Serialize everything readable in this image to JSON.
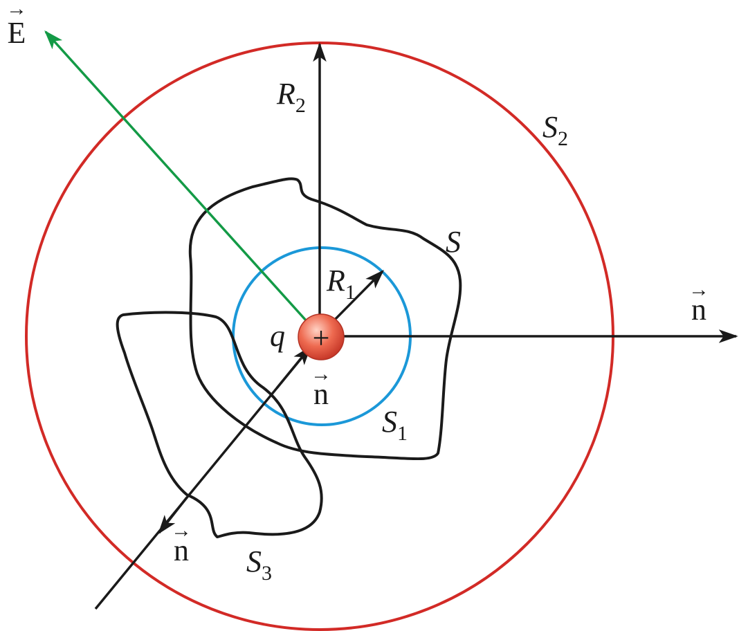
{
  "colors": {
    "outer_sphere": "#d22a26",
    "inner_sphere": "#1b98d8",
    "field_vector": "#139a46",
    "line": "#1a1a1a",
    "charge_fill": "#e8513c"
  },
  "labels": {
    "field": "E",
    "charge": "q",
    "charge_sign": "+",
    "radius_outer": {
      "main": "R",
      "sub": "2"
    },
    "radius_inner": {
      "main": "R",
      "sub": "1"
    },
    "surface_outer": {
      "main": "S",
      "sub": "2"
    },
    "surface_inner": {
      "main": "S",
      "sub": "1"
    },
    "surface_s3": {
      "main": "S",
      "sub": "3"
    },
    "surface_s": "S",
    "normal": "n",
    "vector_arrow": "→"
  }
}
